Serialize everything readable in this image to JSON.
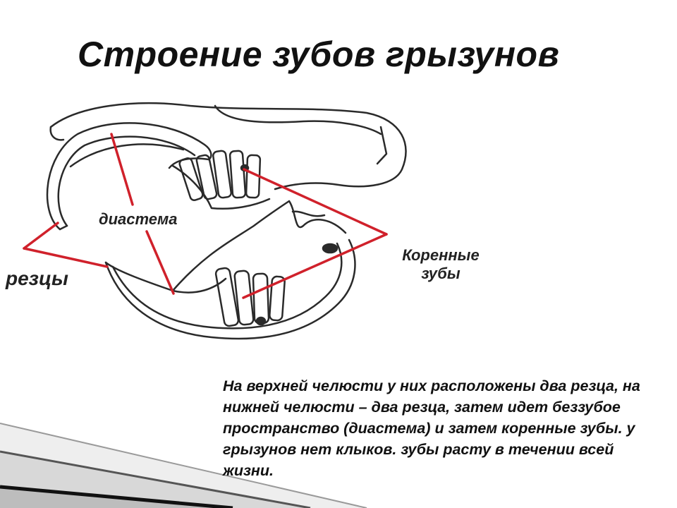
{
  "title": "Строение зубов грызунов",
  "labels": {
    "diastema": "диастема",
    "incisors": "резцы",
    "molars_line1": "Коренные",
    "molars_line2": "зубы"
  },
  "caption": "На верхней челюсти у них расположены два резца, на нижней челюсти – два резца, затем идет беззубое пространство (диастема) и затем коренные зубы. у грызунов нет клыков. зубы расту в течении всей жизни.",
  "colors": {
    "pointer_lines": "#d0212b",
    "outline": "#2a2a2a"
  }
}
